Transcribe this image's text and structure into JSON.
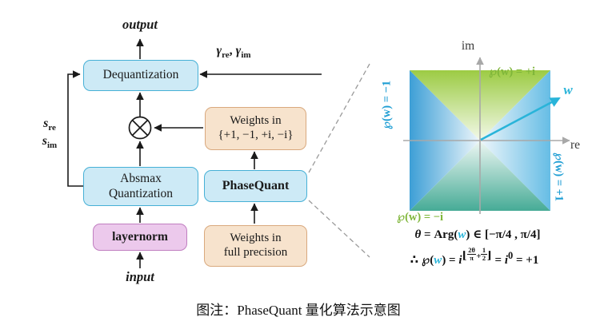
{
  "colors": {
    "box_blue": "#cdeaf6",
    "box_blue_border": "#46b0d6",
    "box_peach": "#f7e3cd",
    "box_peach_border": "#d9a97e",
    "box_purple": "#ecc9ec",
    "box_purple_border": "#c07ec0",
    "arrow_black": "#1a1a1a",
    "axis_gray": "#a8a8a8",
    "dash_gray": "#9a9a9a",
    "cyan": "#29b4d9",
    "green_label": "#7fb63a",
    "blue_label": "#1f9ed4",
    "quad_green": "#9ccb43",
    "quad_teal": "#46ab96",
    "quad_blue_left": "#3d9fd6",
    "quad_blue_right": "#66bde5"
  },
  "icons": {
    "multiply_node": "circled-times"
  },
  "flow": {
    "output_label": "output",
    "input_label": "input",
    "dequantization_label": "Dequantization",
    "absmax_label_line1": "Absmax",
    "absmax_label_line2": "Quantization",
    "layernorm_label": "layernorm",
    "phasequant_label": "PhaseQuant",
    "weights_quantized_line1": "Weights in",
    "weights_quantized_line2": "{+1, −1, +i, −i}",
    "weights_full_line1": "Weights in",
    "weights_full_line2": "full precision",
    "scale_re_base": "s",
    "scale_re_sub": "re",
    "scale_im_base": "s",
    "scale_im_sub": "im",
    "gamma_re_base": "γ",
    "gamma_re_sub": "re",
    "gamma_sep": ", ",
    "gamma_im_base": "γ",
    "gamma_im_sub": "im"
  },
  "quadrant": {
    "axis_im": "im",
    "axis_re": "re",
    "w_label": "w",
    "label_top": "℘(w) = +i",
    "label_bottom": "℘(w) = −i",
    "label_left": "℘(w) = −1",
    "label_right": "℘(w) = +1"
  },
  "formulas": {
    "line1": {
      "theta": "θ",
      "mid": " = Arg(",
      "w": "w",
      "end": ") ∈ [−π/4 , π/4]"
    },
    "line2": {
      "therefore": "∴ ",
      "p": "℘(",
      "w": "w",
      "close": ") = ",
      "i": "i",
      "floor_open": "⌊",
      "frac1_num": "2θ",
      "frac1_den": "π",
      "plus": "+",
      "frac2_num": "1",
      "frac2_den": "2",
      "floor_close": "⌋",
      "eq": " = ",
      "i2": "i",
      "exp2": "0",
      "result": " = +1"
    }
  },
  "caption": "图注：PhaseQuant 量化算法示意图"
}
